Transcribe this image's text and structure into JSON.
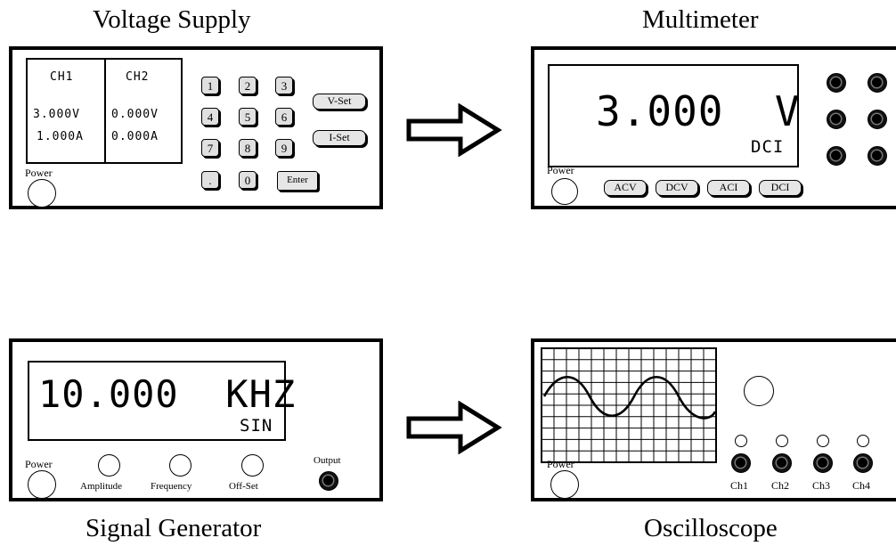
{
  "titles": {
    "voltage_supply": "Voltage Supply",
    "multimeter": "Multimeter",
    "signal_generator": "Signal Generator",
    "oscilloscope": "Oscilloscope"
  },
  "voltage_supply": {
    "ch1": {
      "label": "CH1",
      "voltage": "3.000V",
      "current": "1.000A"
    },
    "ch2": {
      "label": "CH2",
      "voltage": "0.000V",
      "current": "0.000A"
    },
    "keys": [
      "1",
      "2",
      "3",
      "4",
      "5",
      "6",
      "7",
      "8",
      "9",
      ".",
      "0",
      "Enter"
    ],
    "v_set": "V-Set",
    "i_set": "I-Set",
    "power": "Power"
  },
  "multimeter": {
    "reading": "3.000  V",
    "mode_display": "DCI",
    "modes": [
      "ACV",
      "DCV",
      "ACI",
      "DCI"
    ],
    "power": "Power"
  },
  "signal_generator": {
    "reading": "10.000  KHZ",
    "waveform": "SIN",
    "power": "Power",
    "knobs": [
      "Amplitude",
      "Frequency",
      "Off-Set"
    ],
    "output": "Output"
  },
  "oscilloscope": {
    "power": "Power",
    "channels": [
      "Ch1",
      "Ch2",
      "Ch3",
      "Ch4"
    ]
  },
  "icons": {
    "arrow": "arrow-right-outline"
  }
}
